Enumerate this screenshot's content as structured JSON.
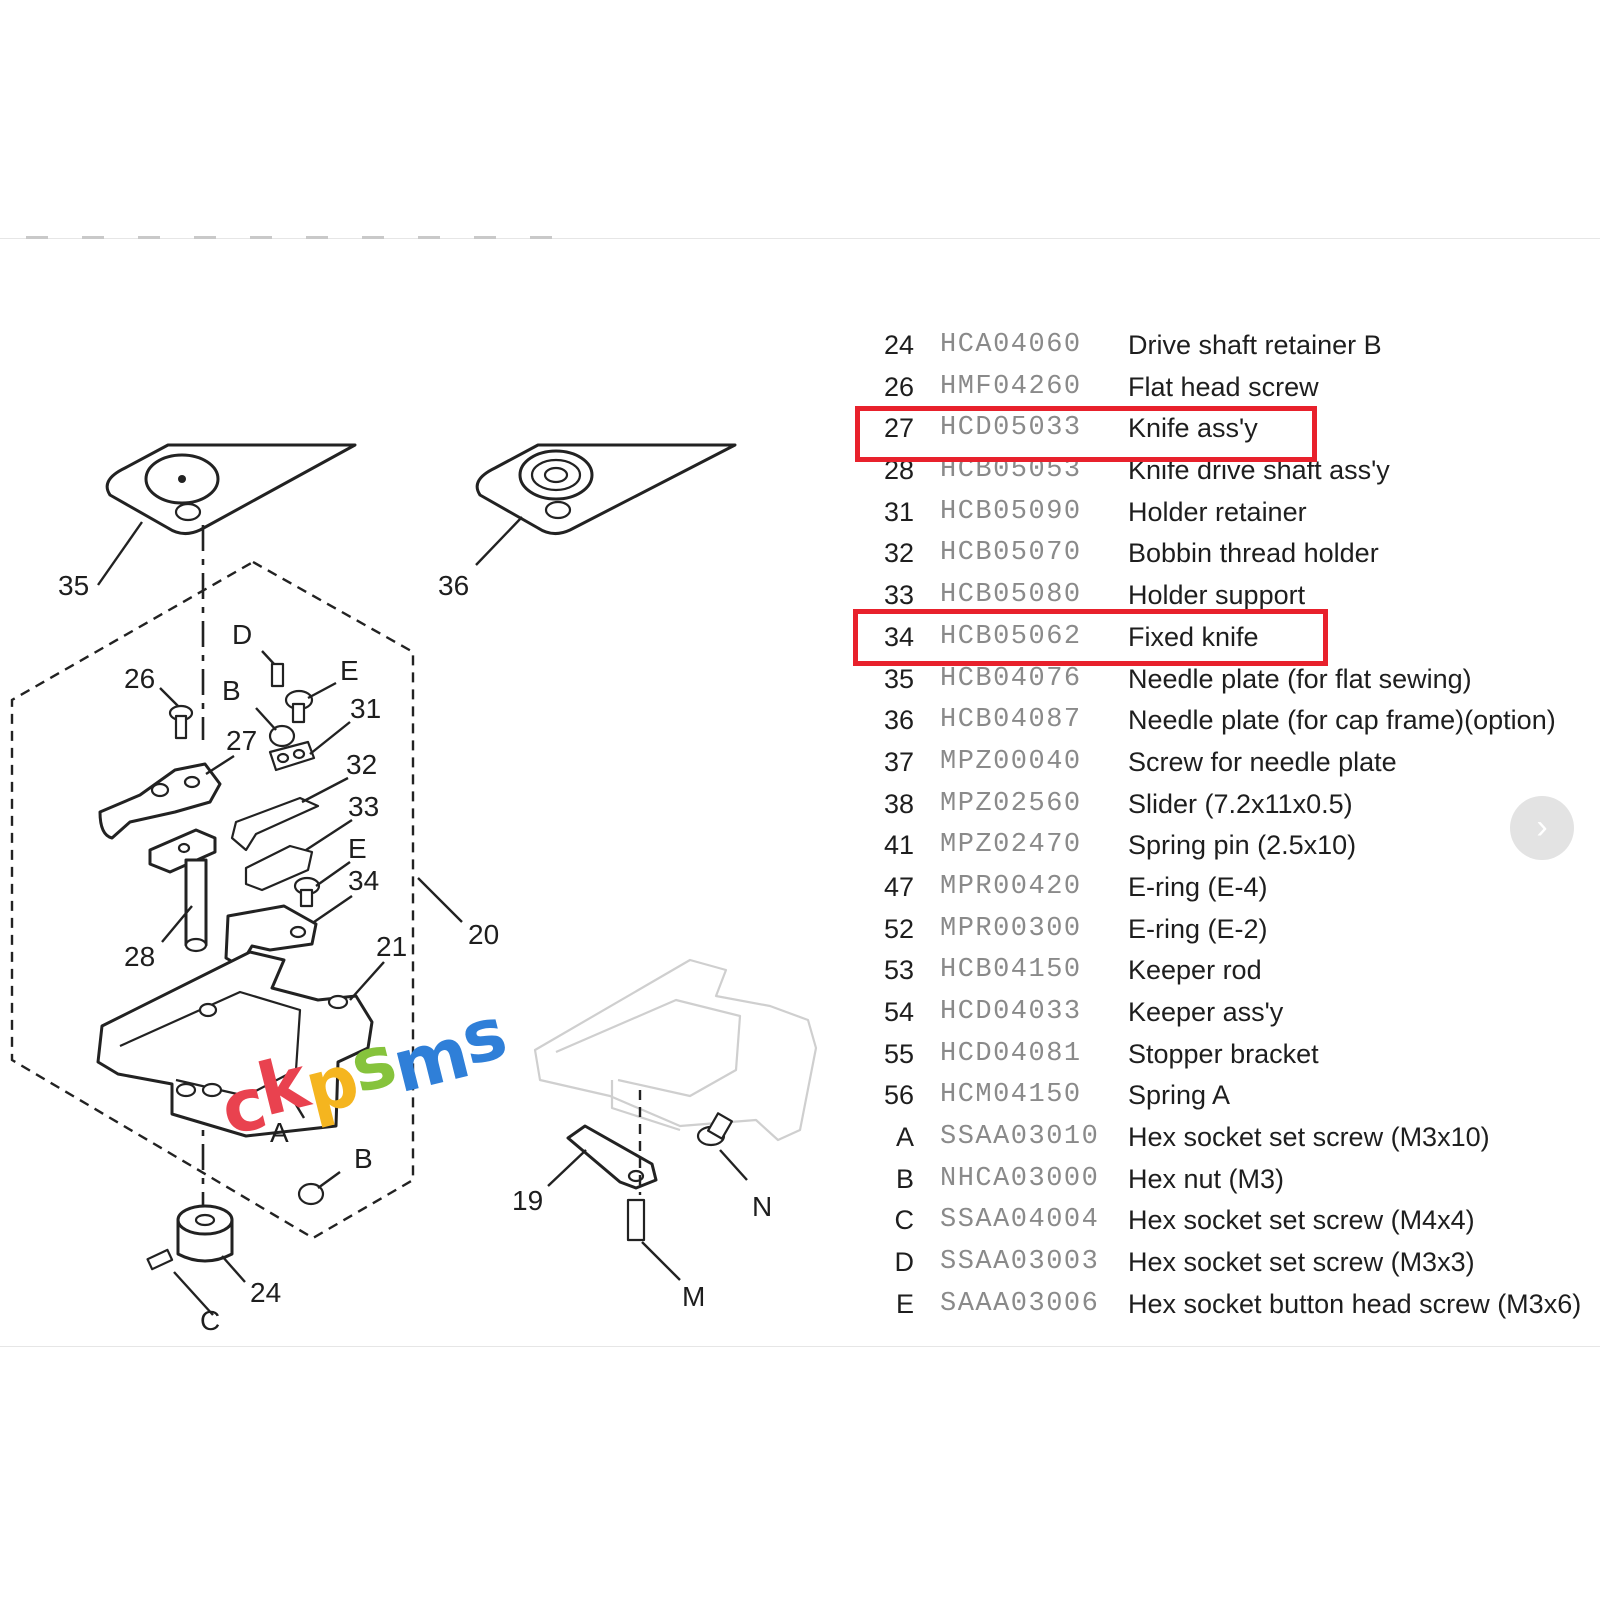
{
  "callouts": {
    "c35": "35",
    "c36": "36",
    "c26": "26",
    "cD": "D",
    "cE1": "E",
    "cB1": "B",
    "c31": "31",
    "c27": "27",
    "c32": "32",
    "c33": "33",
    "cE2": "E",
    "c34": "34",
    "c20": "20",
    "c28": "28",
    "c21": "21",
    "cA": "A",
    "cB2": "B",
    "cC": "C",
    "c24b": "24",
    "c19": "19",
    "cN": "N",
    "cM": "M"
  },
  "parts": [
    {
      "ref": "24",
      "code": "HCA04060",
      "desc": "Drive shaft retainer B"
    },
    {
      "ref": "26",
      "code": "HMF04260",
      "desc": "Flat head screw"
    },
    {
      "ref": "27",
      "code": "HCD05033",
      "desc": "Knife ass'y",
      "highlighted": true
    },
    {
      "ref": "28",
      "code": "HCB05053",
      "desc": "Knife drive shaft ass'y"
    },
    {
      "ref": "31",
      "code": "HCB05090",
      "desc": "Holder retainer"
    },
    {
      "ref": "32",
      "code": "HCB05070",
      "desc": "Bobbin thread holder"
    },
    {
      "ref": "33",
      "code": "HCB05080",
      "desc": "Holder support"
    },
    {
      "ref": "34",
      "code": "HCB05062",
      "desc": "Fixed knife",
      "highlighted": true
    },
    {
      "ref": "35",
      "code": "HCB04076",
      "desc": "Needle plate (for flat sewing)"
    },
    {
      "ref": "36",
      "code": "HCB04087",
      "desc": "Needle plate (for cap frame)(option)"
    },
    {
      "ref": "37",
      "code": "MPZ00040",
      "desc": "Screw for needle plate"
    },
    {
      "ref": "38",
      "code": "MPZ02560",
      "desc": "Slider (7.2x11x0.5)"
    },
    {
      "ref": "41",
      "code": "MPZ02470",
      "desc": "Spring pin (2.5x10)"
    },
    {
      "ref": "47",
      "code": "MPR00420",
      "desc": "E-ring (E-4)"
    },
    {
      "ref": "52",
      "code": "MPR00300",
      "desc": "E-ring (E-2)"
    },
    {
      "ref": "53",
      "code": "HCB04150",
      "desc": "Keeper rod"
    },
    {
      "ref": "54",
      "code": "HCD04033",
      "desc": "Keeper ass'y"
    },
    {
      "ref": "55",
      "code": "HCD04081",
      "desc": "Stopper bracket"
    },
    {
      "ref": "56",
      "code": "HCM04150",
      "desc": "Spring A"
    },
    {
      "ref": "A",
      "code": "SSAA03010",
      "desc": "Hex socket set screw (M3x10)"
    },
    {
      "ref": "B",
      "code": "NHCA03000",
      "desc": "Hex nut (M3)"
    },
    {
      "ref": "C",
      "code": "SSAA04004",
      "desc": "Hex socket set screw (M4x4)"
    },
    {
      "ref": "D",
      "code": "SSAA03003",
      "desc": "Hex socket set screw (M3x3)"
    },
    {
      "ref": "E",
      "code": "SAAA03006",
      "desc": "Hex socket button head screw (M3x6)"
    }
  ],
  "watermark": {
    "letters": [
      "c",
      "k",
      "p",
      "s",
      "m",
      "s"
    ],
    "colors": [
      "#e9424f",
      "#e9424f",
      "#f5b51f",
      "#86c33c",
      "#2f7fd8",
      "#2f7fd8"
    ]
  },
  "next_button": {
    "glyph": "›",
    "icon": "chevron-right-icon"
  }
}
